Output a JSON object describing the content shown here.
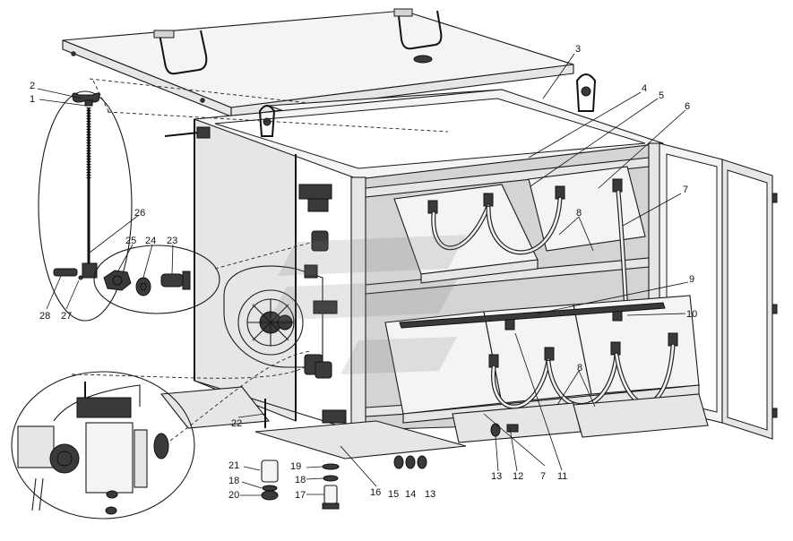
{
  "callouts": [
    {
      "id": "c1",
      "label": "1"
    },
    {
      "id": "c2",
      "label": "2"
    },
    {
      "id": "c3",
      "label": "3"
    },
    {
      "id": "c4",
      "label": "4"
    },
    {
      "id": "c5",
      "label": "5"
    },
    {
      "id": "c6",
      "label": "6"
    },
    {
      "id": "c7a",
      "label": "7"
    },
    {
      "id": "c8a",
      "label": "8"
    },
    {
      "id": "c9",
      "label": "9"
    },
    {
      "id": "c10",
      "label": "10"
    },
    {
      "id": "c8b",
      "label": "8"
    },
    {
      "id": "c7b",
      "label": "7"
    },
    {
      "id": "c11",
      "label": "11"
    },
    {
      "id": "c12",
      "label": "12"
    },
    {
      "id": "c13a",
      "label": "13"
    },
    {
      "id": "c13b",
      "label": "13"
    },
    {
      "id": "c14",
      "label": "14"
    },
    {
      "id": "c15",
      "label": "15"
    },
    {
      "id": "c16",
      "label": "16"
    },
    {
      "id": "c17",
      "label": "17"
    },
    {
      "id": "c18a",
      "label": "18"
    },
    {
      "id": "c18b",
      "label": "18"
    },
    {
      "id": "c19",
      "label": "19"
    },
    {
      "id": "c20",
      "label": "20"
    },
    {
      "id": "c21",
      "label": "21"
    },
    {
      "id": "c22",
      "label": "22"
    },
    {
      "id": "c23",
      "label": "23"
    },
    {
      "id": "c24",
      "label": "24"
    },
    {
      "id": "c25",
      "label": "25"
    },
    {
      "id": "c26",
      "label": "26"
    },
    {
      "id": "c27",
      "label": "27"
    },
    {
      "id": "c28",
      "label": "28"
    }
  ]
}
